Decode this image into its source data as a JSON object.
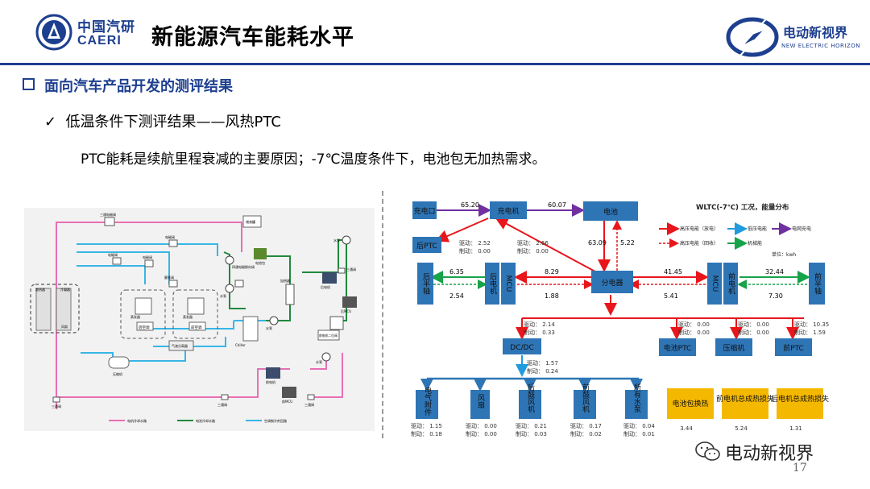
{
  "header": {
    "logo_cn": "中国汽研",
    "logo_en": "CAERI",
    "title": "新能源汽车能耗水平",
    "brand_cn": "电动新视界",
    "brand_en": "NEW ELECTRIC HORIZON"
  },
  "section": {
    "title": "面向汽车产品开发的测评结果",
    "bullet": "低温条件下测评结果——风热PTC",
    "body": "PTC能耗是续航里程衰减的主要原因；-7℃温度条件下，电池包无加热需求。"
  },
  "left_diagram": {
    "labels": [
      "三通电磁阀",
      "待冰壶",
      "电磁阀",
      "电磁阀",
      "电磁阀",
      "电磁阀",
      "冷凝器",
      "风扇",
      "膨胀阀",
      "蒸发器",
      "后空调",
      "前空调",
      "气液分离器",
      "压缩机",
      "四通电磁换向阀",
      "电热泵",
      "水泵",
      "水泵",
      "水泵",
      "水泵",
      "加热器",
      "Chiller",
      "后电机",
      "后MCU",
      "前电机",
      "前MCU",
      "前电机二位阀",
      "三通阀",
      "三通阀",
      "三通阀",
      "三通阀",
      "储液罐"
    ],
    "legend": [
      "电机冷却水路",
      "电池冷却水路",
      "空调制冷剂回路"
    ]
  },
  "flow": {
    "title": "WLTC(-7℃) 工况，能量分布",
    "legend": {
      "hv_discharge": "高压电能（放电）",
      "lv": "低压电能",
      "grid": "电网充电",
      "hv_regen": "高压电能（回收）",
      "mech": "机械能",
      "unit": "单位：kwh"
    },
    "colors": {
      "hv": "#e8151b",
      "grid": "#7030a0",
      "lv": "#1f9bde",
      "mech": "#16a34a",
      "node": "#2e75b6",
      "loss": "#f5b800"
    },
    "nodes": {
      "charge_port": "充电口",
      "charger": "充电机",
      "battery": "电池",
      "rear_ptc": "后PTC",
      "rear_axle": "后半轴",
      "rear_motor": "后电机",
      "mcu": "MCU",
      "distributor": "分电器",
      "front_motor": "前电机",
      "front_axle": "前半轴",
      "dcdc": "DC/DC",
      "battery_ptc": "电池PTC",
      "compressor": "压缩机",
      "front_ptc": "前PTC",
      "accessories": "电气附件",
      "fan": "风扇",
      "rear_blower": "后鼓风机",
      "front_blower": "前鼓风机",
      "pumps": "所有水泵",
      "loss_battery": "电池包换热",
      "loss_front": "前电机总成热损失",
      "loss_rear": "后电机总成热损失"
    },
    "values": {
      "port_to_charger": "65.20",
      "charger_to_battery": "60.07",
      "battery_down": "63.09",
      "battery_regen": "5.22",
      "rear_axle_drive": "6.35",
      "rear_axle_regen": "2.54",
      "rear_hv_drive": "8.29",
      "rear_hv_regen": "1.88",
      "front_hv_drive": "41.45",
      "front_hv_regen": "5.41",
      "front_axle_drive": "32.44",
      "front_axle_regen": "7.30",
      "loss_battery_val": "3.44",
      "loss_front_val": "5.24",
      "loss_rear_val": "1.31"
    },
    "sub_labels": {
      "rear_ptc": [
        "驱动： 2.52",
        "制动： 0.00"
      ],
      "charger": [
        "驱动： 2.66",
        "制动： 0.00"
      ],
      "dcdc": [
        "驱动： 2.14",
        "制动： 0.33"
      ],
      "battery_ptc": [
        "驱动： 0.00",
        "制动： 0.00"
      ],
      "compressor": [
        "驱动： 0.00",
        "制动： 0.00"
      ],
      "front_ptc": [
        "驱动： 10.35",
        "制动： 1.59"
      ],
      "dcdc_out": [
        "驱动： 1.57",
        "制动： 0.24"
      ],
      "accessories": [
        "驱动： 1.15",
        "制动： 0.18"
      ],
      "fan": [
        "驱动： 0.00",
        "制动： 0.00"
      ],
      "rear_blower": [
        "驱动： 0.21",
        "制动： 0.03"
      ],
      "front_blower": [
        "驱动： 0.17",
        "制动： 0.02"
      ],
      "pumps": [
        "驱动： 0.04",
        "制动： 0.01"
      ]
    }
  },
  "watermark": "电动新视界",
  "page_number": "17"
}
